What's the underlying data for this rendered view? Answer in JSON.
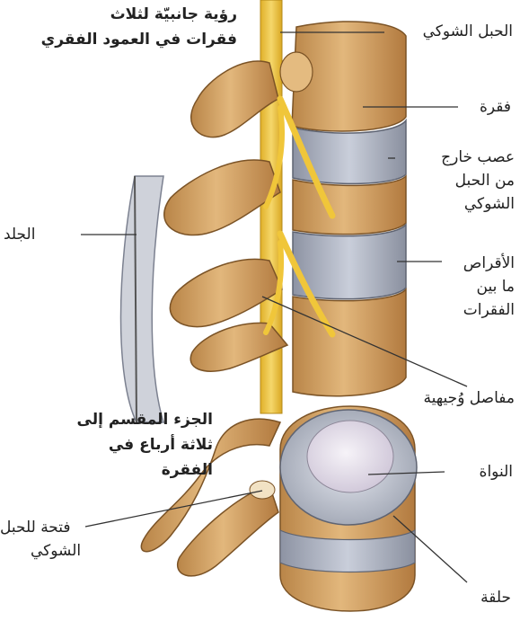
{
  "titles": {
    "top": {
      "line1": "رؤية جانبيّة لثلاث",
      "line2": "فقرات في العمود الفقري"
    },
    "bottom": {
      "line1": "الجزء المقسم إلى",
      "line2": "ثلاثة أرباع في",
      "line3": "الفقرة"
    }
  },
  "labels": {
    "spinal_cord": "الحبل الشوكي",
    "vertebra": "فقرة",
    "nerve": {
      "line1": "عصب خارج",
      "line2": "من الحبل",
      "line3": "الشوكي"
    },
    "skin": "الجلد",
    "discs": {
      "line1": "الأقراص",
      "line2": "ما بين",
      "line3": "الفقرات"
    },
    "facet_joints": "مفاصل وُجيهية",
    "nucleus": "النواة",
    "canal": {
      "line1": "فتحة للحبل",
      "line2": "الشوكي"
    },
    "ring": "حلقة"
  },
  "colors": {
    "bone": "#d9a86a",
    "bone_shadow": "#a8763e",
    "disc": "#b9bfcc",
    "nerve": "#f0c63a",
    "skin": "#c8ccd6",
    "nucleus": "#e9e3ef"
  }
}
